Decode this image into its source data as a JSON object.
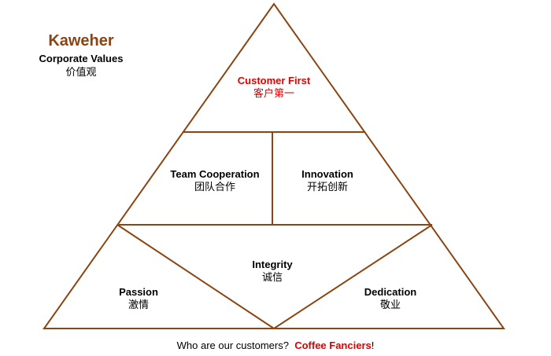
{
  "brand": {
    "name": "Kaweher",
    "subtitle": "Corporate Values",
    "subtitle_cn": "价值观"
  },
  "levels": {
    "top": {
      "en": "Customer First",
      "cn": "客户第一"
    },
    "middle_left": {
      "en": "Team Cooperation",
      "cn": "团队合作"
    },
    "middle_right": {
      "en": "Innovation",
      "cn": "开拓创新"
    },
    "bottom_center": {
      "en": "Integrity",
      "cn": "诚信"
    },
    "bottom_left": {
      "en": "Passion",
      "cn": "激情"
    },
    "bottom_right": {
      "en": "Dedication",
      "cn": "敬业"
    }
  },
  "footer": {
    "question": "Who are our customers?",
    "answer": "Coffee Fanciers",
    "suffix": "!"
  },
  "colors": {
    "brand": "#8B4513",
    "line": "#8B4513",
    "highlight": "#e00000"
  }
}
